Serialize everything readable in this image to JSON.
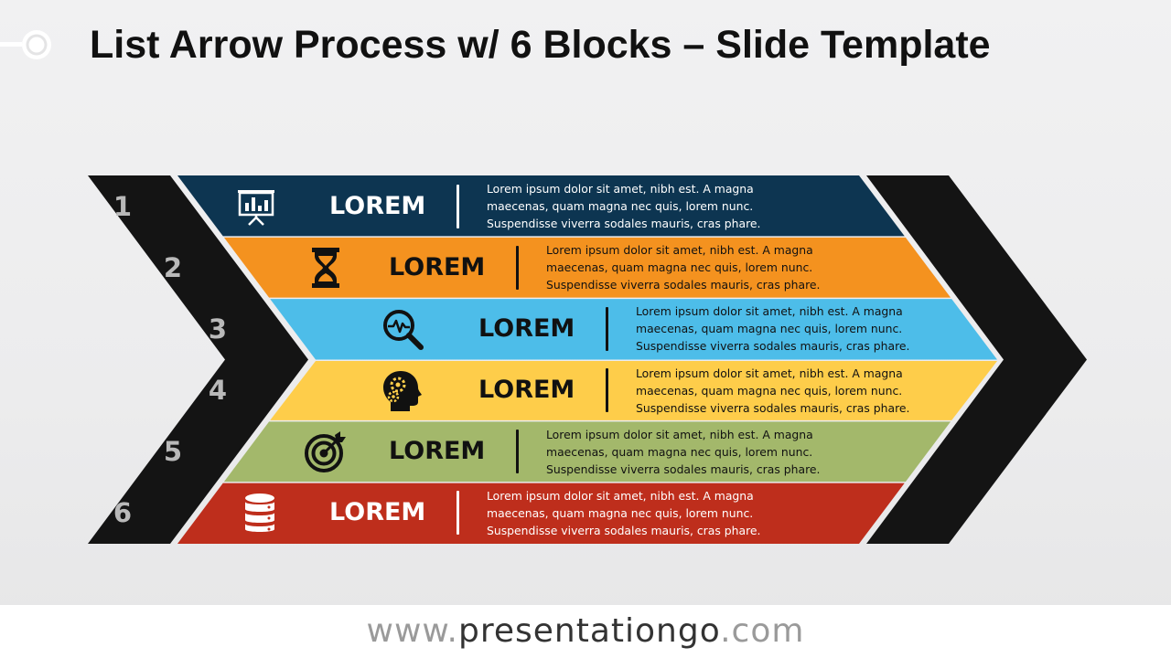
{
  "title": "List Arrow Process w/ 6 Blocks – Slide Template",
  "colors": {
    "arrow": "#141414",
    "blocks": [
      "#0d3551",
      "#f4921f",
      "#4dbde9",
      "#fecd4a",
      "#a3b86b",
      "#be2e1c"
    ]
  },
  "steps": [
    {
      "number": "1",
      "label": "LOREM",
      "icon": "presentation-board-icon",
      "text_color": "#ffffff",
      "description": "Lorem ipsum dolor sit amet, nibh est. A magna maecenas, quam magna nec quis, lorem nunc. Suspendisse viverra sodales mauris, cras phare."
    },
    {
      "number": "2",
      "label": "LOREM",
      "icon": "hourglass-icon",
      "text_color": "#111111",
      "description": "Lorem ipsum dolor sit amet, nibh est. A magna maecenas, quam magna nec quis, lorem nunc. Suspendisse viverra sodales mauris, cras phare."
    },
    {
      "number": "3",
      "label": "LOREM",
      "icon": "magnifier-pulse-icon",
      "text_color": "#111111",
      "description": "Lorem ipsum dolor sit amet, nibh est. A magna maecenas, quam magna nec quis, lorem nunc. Suspendisse viverra sodales mauris, cras phare."
    },
    {
      "number": "4",
      "label": "LOREM",
      "icon": "head-gears-icon",
      "text_color": "#111111",
      "description": "Lorem ipsum dolor sit amet, nibh est. A magna maecenas, quam magna nec quis, lorem nunc. Suspendisse viverra sodales mauris, cras phare."
    },
    {
      "number": "5",
      "label": "LOREM",
      "icon": "target-arrow-icon",
      "text_color": "#111111",
      "description": "Lorem ipsum dolor sit amet, nibh est. A magna maecenas, quam magna nec quis, lorem nunc. Suspendisse viverra sodales mauris, cras phare."
    },
    {
      "number": "6",
      "label": "LOREM",
      "icon": "database-icon",
      "text_color": "#ffffff",
      "description": "Lorem ipsum dolor sit amet, nibh est. A magna maecenas, quam magna nec quis, lorem nunc. Suspendisse viverra sodales mauris, cras phare."
    }
  ],
  "footer": {
    "prefix": "www.",
    "domain": "presentationgo",
    "suffix": ".com"
  }
}
